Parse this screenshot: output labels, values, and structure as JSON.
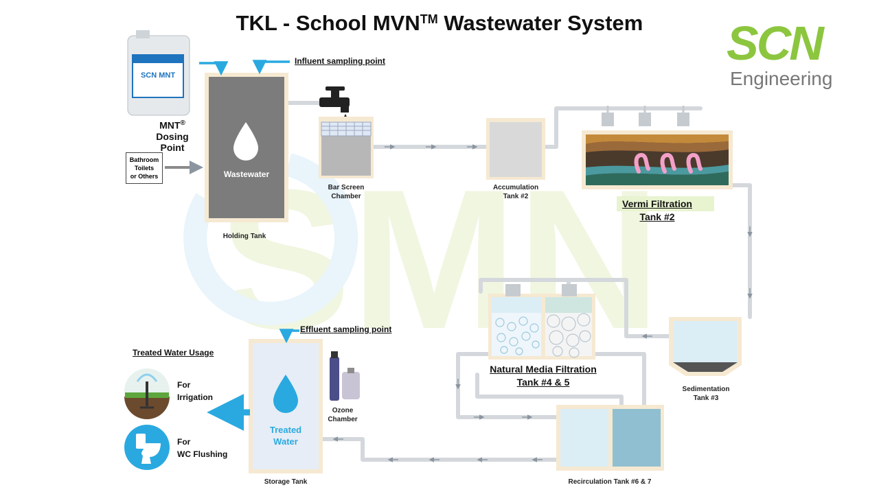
{
  "title": {
    "main": "TKL - School MVN",
    "tm": "TM",
    "rest": " Wastewater System"
  },
  "logo": {
    "brand": "SCN",
    "sub": "Engineering"
  },
  "watermark": "SMN",
  "dosing": {
    "line1": "MNT",
    "reg": "®",
    "line2": "Dosing",
    "line3": "Point",
    "container_brand": "SCN MNT"
  },
  "inputs": {
    "line1": "Bathroom",
    "line2": "Toilets",
    "line3": "or Others"
  },
  "sampling": {
    "influent": "Influent sampling point",
    "effluent": "Effluent sampling point"
  },
  "tanks": {
    "holding": {
      "content": "Wastewater",
      "label": "Holding Tank"
    },
    "bar_screen": {
      "line1": "Bar Screen",
      "line2": "Chamber"
    },
    "accumulation": {
      "line1": "Accumulation",
      "line2": "Tank #2"
    },
    "vermi": {
      "line1": "Vermi Filtration",
      "line2": "Tank #2"
    },
    "sedimentation": {
      "line1": "Sedimentation",
      "line2": "Tank #3"
    },
    "natural_media": {
      "line1": "Natural Media Filtration",
      "line2": "Tank #4 & 5"
    },
    "recirculation": {
      "label": "Recirculation Tank #6 & 7"
    },
    "ozone": {
      "line1": "Ozone",
      "line2": "Chamber"
    },
    "storage": {
      "content_line1": "Treated",
      "content_line2": "Water",
      "label": "Storage Tank"
    }
  },
  "usage": {
    "heading": "Treated Water Usage",
    "irrigation": {
      "line1": "For",
      "line2": "Irrigation"
    },
    "wc": {
      "line1": "For",
      "line2": "WC Flushing"
    }
  },
  "colors": {
    "accent_blue": "#29a9e0",
    "brand_green": "#8cc63f",
    "watermark_green": "#f0f6e0",
    "pipe": "#d4d8dc",
    "water": "#dbeef6"
  }
}
